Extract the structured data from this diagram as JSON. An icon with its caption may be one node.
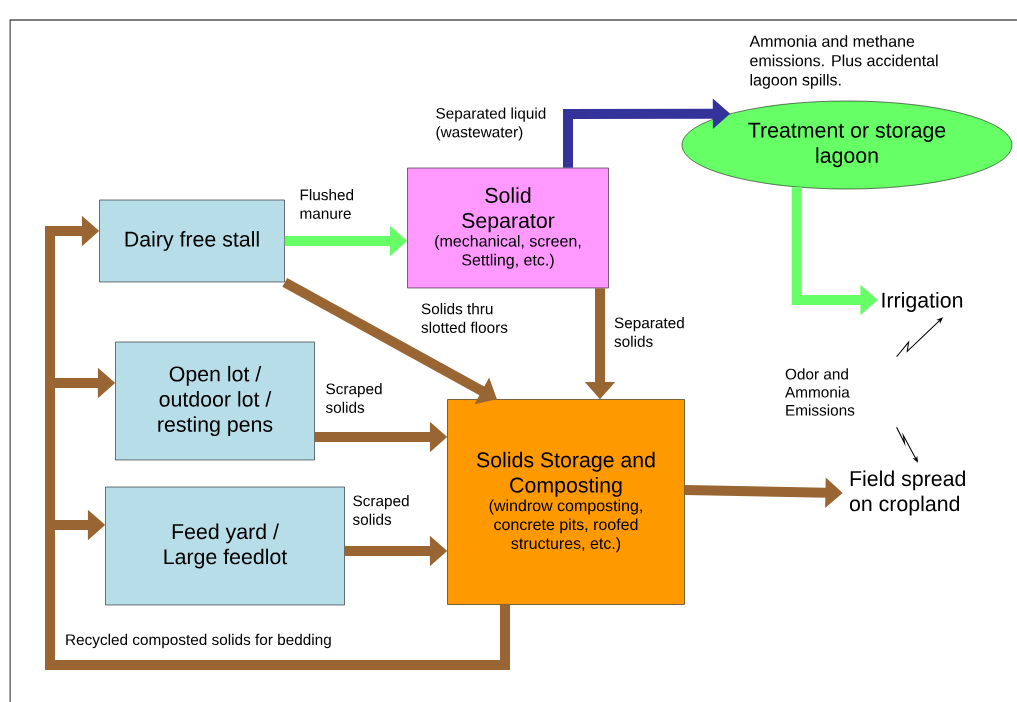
{
  "diagram": {
    "nodes": [
      {
        "text": [
          "Dairy free stall"
        ]
      },
      {
        "text": [
          "Solid Separator",
          "(mechanical, screen, Settling, etc.)"
        ]
      },
      {
        "text": [
          "Treatment or storage lagoon"
        ],
        "beside": [
          "Ammonia and methane emissions. Plus accidental lagoon spills."
        ]
      },
      {
        "text": [
          "Open lot / outdoor lot / resting pens"
        ]
      },
      {
        "text": [
          "Feed yard / Large feedlot"
        ]
      },
      {
        "text": [
          "Solids Storage and Composting",
          "(windrow composting, concrete pits, roofed structures, etc.)"
        ]
      },
      {
        "text": [
          "Irrigation"
        ]
      },
      {
        "text": [
          "Field spread on cropland"
        ]
      },
      {
        "text": [
          "Odor and Ammonia Emissions"
        ]
      }
    ],
    "edges": [
      {
        "from": 0,
        "to": 1,
        "arrow": "to",
        "label": "Flushed manure",
        "color": "#66ff66"
      },
      {
        "from": 1,
        "to": 2,
        "arrow": "to",
        "label": "Separated liquid (wastewater)",
        "color": "#333399"
      },
      {
        "from": 0,
        "to": 5,
        "arrow": "to",
        "label": "Solids thru slotted floors"
      },
      {
        "from": 1,
        "to": 5,
        "arrow": "to",
        "label": "Separated solids"
      },
      {
        "from": 3,
        "to": 5,
        "arrow": "to",
        "label": "Scraped solids"
      },
      {
        "from": 4,
        "to": 5,
        "arrow": "to",
        "label": "Scraped solids"
      },
      {
        "from": 2,
        "to": 6,
        "arrow": "to",
        "color": "#66ff66"
      },
      {
        "from": 5,
        "to": 7,
        "arrow": "to"
      },
      {
        "from": 5,
        "to": 0,
        "arrow": "to",
        "label": "Recycled composted solids for bedding"
      },
      {
        "from": 5,
        "to": 3,
        "arrow": "to"
      },
      {
        "from": 5,
        "to": 4,
        "arrow": "to"
      },
      {
        "from": 8,
        "to": 6,
        "arrow": "to",
        "color": "#000000"
      },
      {
        "from": 8,
        "to": 7,
        "arrow": "to",
        "color": "#000000"
      }
    ]
  }
}
